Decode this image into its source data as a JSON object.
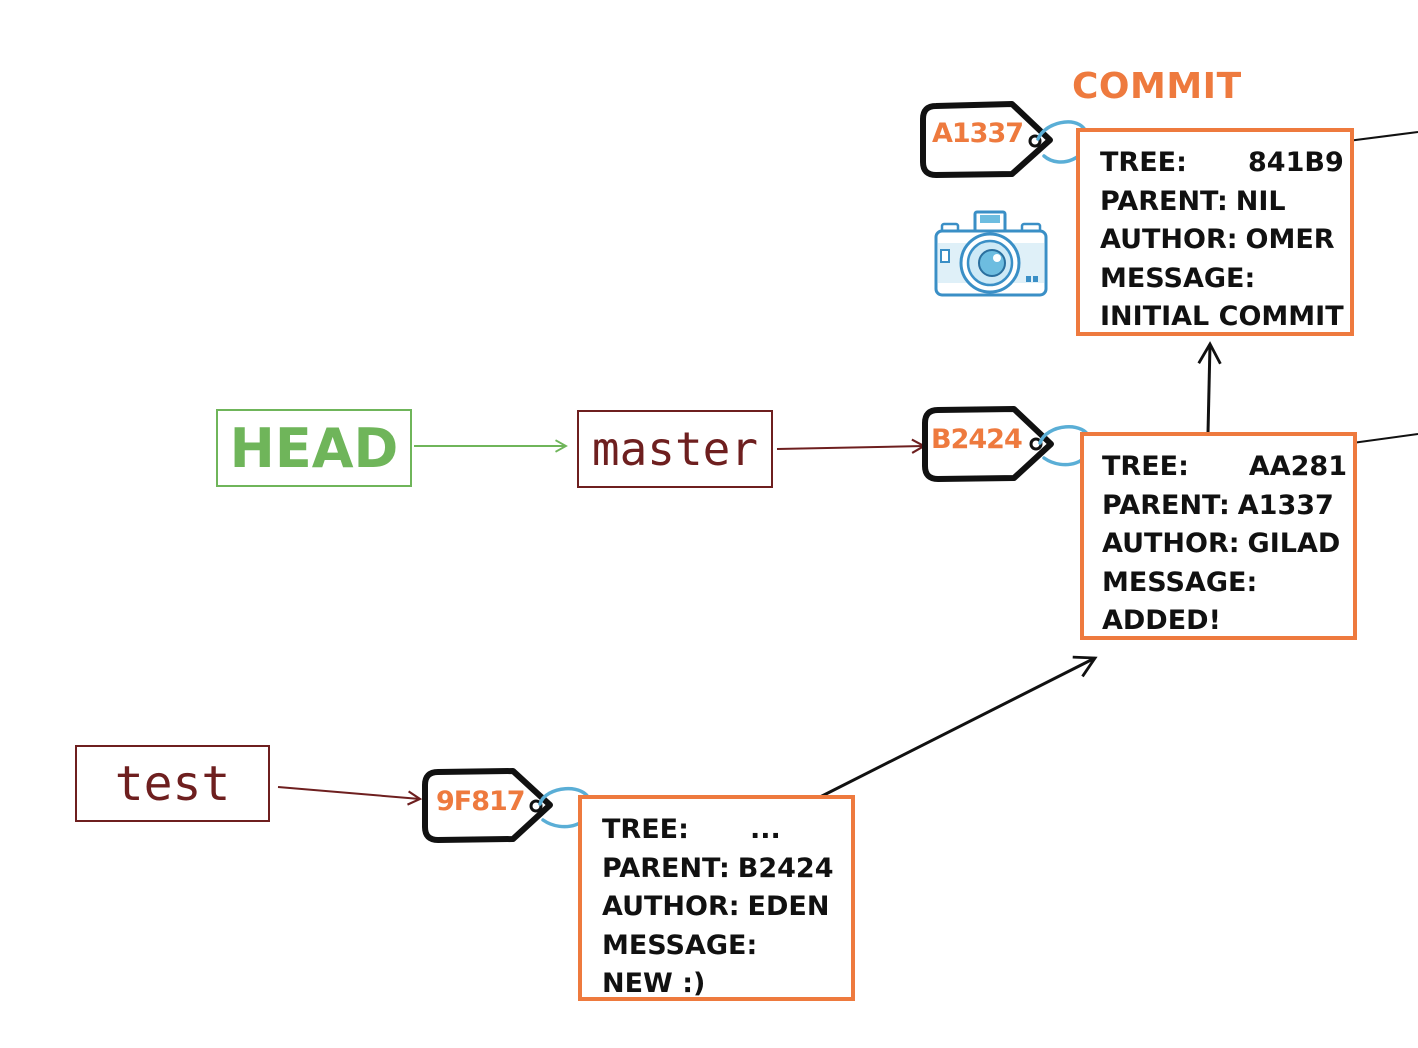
{
  "title": "COMMIT",
  "colors": {
    "accent": "#ee7a3e",
    "head": "#6fb55a",
    "branch": "#6e1f1f",
    "tag_outline": "#111111",
    "string": "#5aaed6",
    "camera": "#3a8fc6"
  },
  "refs": {
    "head": "HEAD",
    "master": "master",
    "test": "test"
  },
  "icons": {
    "camera": "camera-icon",
    "tag": "tag-icon"
  },
  "commits": [
    {
      "hash": "A1337",
      "tree_key": "TREE:",
      "tree": "841B9",
      "parent_key": "PARENT:",
      "parent": "NIL",
      "author_key": "AUTHOR:",
      "author": "OMER",
      "message_key": "MESSAGE:",
      "message": "INITIAL COMMIT"
    },
    {
      "hash": "B2424",
      "tree_key": "TREE:",
      "tree": "AA281",
      "parent_key": "PARENT:",
      "parent": "A1337",
      "author_key": "AUTHOR:",
      "author": "GILAD",
      "message_key": "MESSAGE:",
      "message": "ADDED!"
    },
    {
      "hash": "9F817",
      "tree_key": "TREE:",
      "tree": "...",
      "parent_key": "PARENT:",
      "parent": "B2424",
      "author_key": "AUTHOR:",
      "author": "EDEN",
      "message_key": "MESSAGE:",
      "message": "NEW :)"
    }
  ]
}
